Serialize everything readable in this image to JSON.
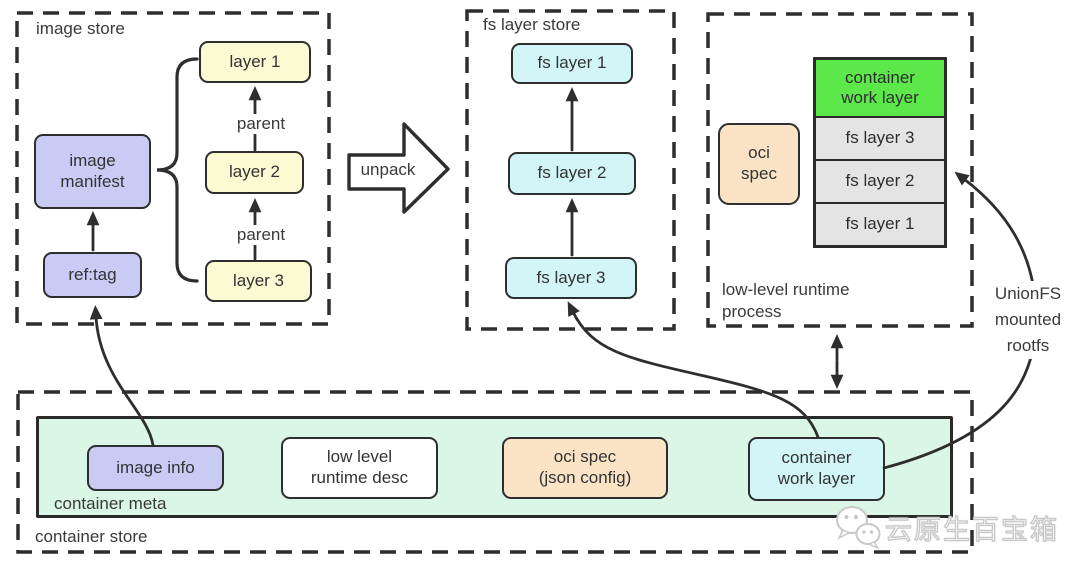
{
  "image_store": {
    "title": "image store",
    "manifest_label": "image\nmanifest",
    "ref_tag_label": "ref:tag",
    "layers": [
      "layer 1",
      "layer 2",
      "layer 3"
    ],
    "parent_label": "parent"
  },
  "unpack": {
    "label": "unpack"
  },
  "fs_layer_store": {
    "title": "fs layer store",
    "layers": [
      "fs layer 1",
      "fs layer 2",
      "fs layer 3"
    ]
  },
  "runtime_process": {
    "title": "low-level runtime\nprocess",
    "oci_spec_label": "oci\nspec",
    "stack": [
      "container\nwork layer",
      "fs layer 3",
      "fs layer 2",
      "fs layer 1"
    ]
  },
  "unionfs_note": "UnionFS\nmounted\nrootfs",
  "container_store": {
    "title": "container store",
    "meta_title": "container meta",
    "image_info_label": "image info",
    "runtime_desc_label": "low level\nruntime desc",
    "oci_spec_label": "oci spec\n(json config)",
    "work_layer_label": "container\nwork layer"
  },
  "watermark": {
    "text": "云原生百宝箱",
    "icon": "wechat-icon"
  },
  "colors": {
    "lavender": "#c9cbf4",
    "yellow": "#fafbd2",
    "cyan": "#d2f5f8",
    "peach": "#fbe4c6",
    "work_layer_green": "#5ce84a",
    "stack_gray": "#e4e4e4",
    "container_meta_mint": "#d9f6e6",
    "line": "#2e2e2e"
  }
}
